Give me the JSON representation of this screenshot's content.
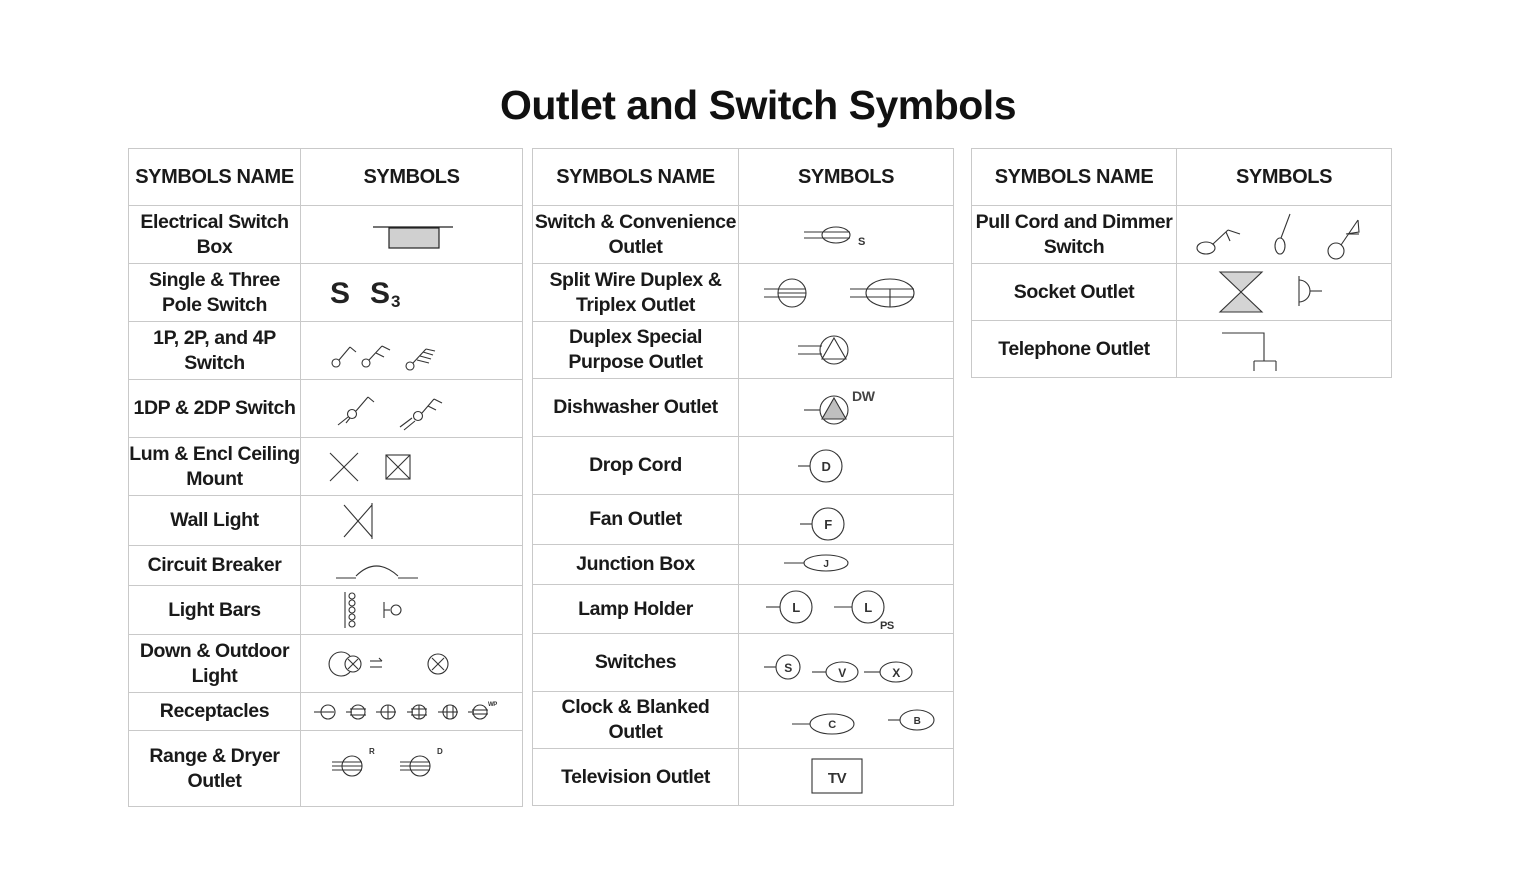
{
  "title": "Outlet and Switch Symbols",
  "tables": [
    {
      "header": {
        "name": "SYMBOLS NAME",
        "symbols": "SYMBOLS"
      },
      "rows": [
        {
          "name": "Electrical Switch Box",
          "icon": "switch-box-icon"
        },
        {
          "name": "Single & Three Pole Switch",
          "icon": "single-three-pole-switch-icon",
          "labels": [
            "S",
            "S",
            "3"
          ]
        },
        {
          "name": "1P, 2P, and 4P Switch",
          "icon": "multi-pole-switch-icon"
        },
        {
          "name": "1DP & 2DP Switch",
          "icon": "double-pole-switch-icon"
        },
        {
          "name": "Lum & Encl Ceiling Mount",
          "icon": "ceiling-mount-icon"
        },
        {
          "name": "Wall Light",
          "icon": "wall-light-icon"
        },
        {
          "name": "Circuit Breaker",
          "icon": "circuit-breaker-icon"
        },
        {
          "name": "Light Bars",
          "icon": "light-bars-icon"
        },
        {
          "name": "Down & Outdoor Light",
          "icon": "down-outdoor-light-icon"
        },
        {
          "name": "Receptacles",
          "icon": "receptacles-icon",
          "labels": [
            "WP"
          ]
        },
        {
          "name": "Range & Dryer Outlet",
          "icon": "range-dryer-outlet-icon",
          "labels": [
            "R",
            "D"
          ]
        }
      ]
    },
    {
      "header": {
        "name": "SYMBOLS NAME",
        "symbols": "SYMBOLS"
      },
      "rows": [
        {
          "name": "Switch & Convenience Outlet",
          "icon": "switch-convenience-outlet-icon",
          "labels": [
            "S"
          ]
        },
        {
          "name": "Split Wire Duplex & Triplex Outlet",
          "icon": "split-wire-outlet-icon"
        },
        {
          "name": "Duplex Special Purpose Outlet",
          "icon": "special-purpose-outlet-icon"
        },
        {
          "name": "Dishwasher Outlet",
          "icon": "dishwasher-outlet-icon",
          "labels": [
            "DW"
          ]
        },
        {
          "name": "Drop Cord",
          "icon": "drop-cord-icon",
          "labels": [
            "D"
          ]
        },
        {
          "name": "Fan Outlet",
          "icon": "fan-outlet-icon",
          "labels": [
            "F"
          ]
        },
        {
          "name": "Junction Box",
          "icon": "junction-box-icon",
          "labels": [
            "J"
          ]
        },
        {
          "name": "Lamp Holder",
          "icon": "lamp-holder-icon",
          "labels": [
            "L",
            "L",
            "PS"
          ]
        },
        {
          "name": "Switches",
          "icon": "switches-icon",
          "labels": [
            "S",
            "V",
            "X"
          ]
        },
        {
          "name": "Clock & Blanked Outlet",
          "icon": "clock-blanked-outlet-icon",
          "labels": [
            "C",
            "B"
          ]
        },
        {
          "name": "Television Outlet",
          "icon": "television-outlet-icon",
          "labels": [
            "TV"
          ]
        }
      ]
    },
    {
      "header": {
        "name": "SYMBOLS NAME",
        "symbols": "SYMBOLS"
      },
      "rows": [
        {
          "name": "Pull Cord and Dimmer Switch",
          "icon": "pull-cord-dimmer-switch-icon"
        },
        {
          "name": "Socket Outlet",
          "icon": "socket-outlet-icon"
        },
        {
          "name": "Telephone Outlet",
          "icon": "telephone-outlet-icon"
        }
      ]
    }
  ]
}
